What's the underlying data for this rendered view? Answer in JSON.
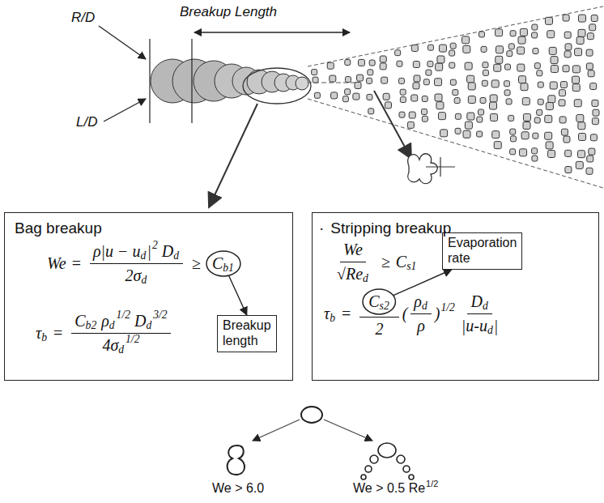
{
  "diagram": {
    "nodes": [
      {
        "text": [
          "Bag breakup",
          "We",
          "=",
          "ρ|u − u",
          "d",
          "|",
          "2",
          "D",
          "d",
          "2σ",
          "d",
          "≥",
          "τ",
          "b",
          "=",
          "C",
          "b2",
          "ρ",
          "d",
          "1/2",
          "D",
          "d",
          "3/2",
          "4σ",
          "d",
          "1/2"
        ]
      },
      {
        "text": [
          "C",
          "b1"
        ],
        "in": 0
      },
      {
        "text": [
          "Breakup length"
        ],
        "in": 0
      },
      {
        "text": [
          "·",
          "Stripping breakup",
          "We",
          "√Re",
          "d",
          "≥",
          "C",
          "s1",
          "τ",
          "b",
          "=",
          "2",
          "(",
          "ρ",
          "d",
          "ρ",
          ")",
          "1/2",
          "D",
          "d",
          "|u-u",
          "d",
          "|"
        ]
      },
      {
        "text": [
          "Evaporation rate"
        ],
        "in": 3
      },
      {
        "text": [
          "C",
          "s2"
        ],
        "in": 3
      }
    ],
    "edges": [
      {
        "from": 1,
        "to": 2,
        "arrow": "to"
      },
      {
        "from": 5,
        "to": 4,
        "arrow": "to"
      }
    ],
    "labels": [
      "R/D",
      "Breakup Length",
      "L/D",
      "We > 6.0",
      "We > 0.5 Re",
      "1/2"
    ]
  }
}
